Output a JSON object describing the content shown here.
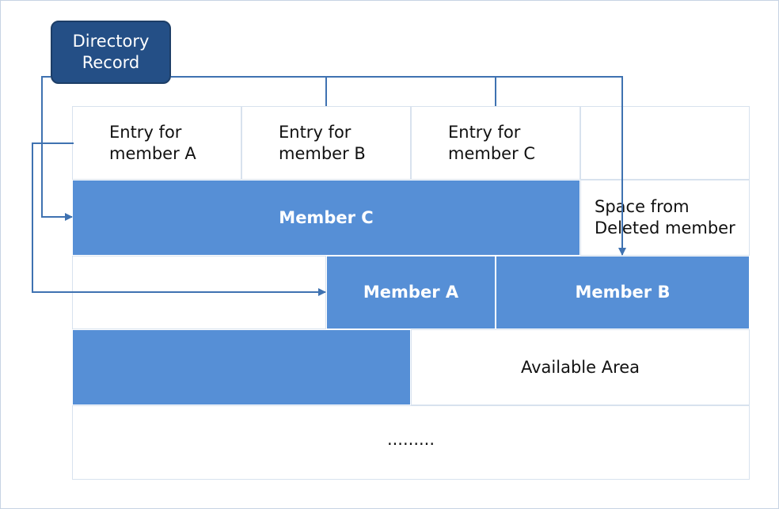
{
  "directory_record": {
    "label": "Directory\nRecord"
  },
  "entries": [
    {
      "label": "Entry for\nmember A"
    },
    {
      "label": "Entry for\nmember B"
    },
    {
      "label": "Entry for\nmember C"
    }
  ],
  "blocks": {
    "member_c": "Member C",
    "space_deleted": "Space from\nDeleted member",
    "member_a": "Member A",
    "member_b": "Member B",
    "available_area": "Available Area",
    "ellipsis": "........."
  },
  "colors": {
    "member_block": "#568fd6",
    "directory_record": "#244f86",
    "connector": "#3f72b1",
    "grid_border": "#d8e2ee"
  }
}
